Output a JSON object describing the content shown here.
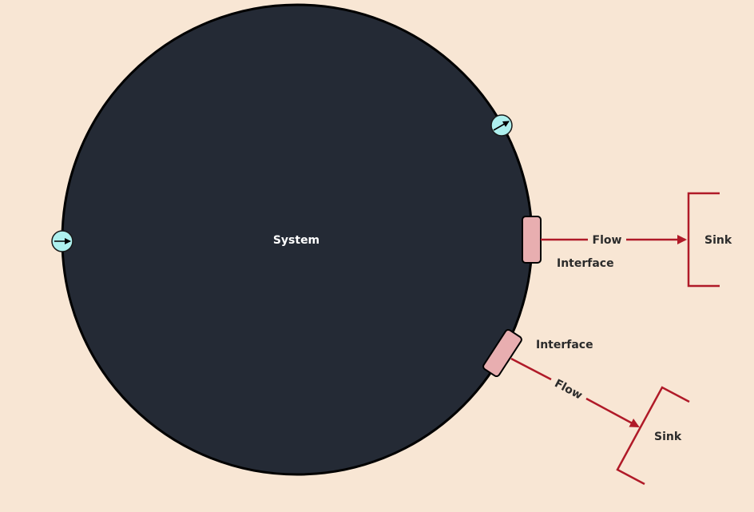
{
  "system": {
    "label": "System",
    "fill": "#242a35"
  },
  "colors": {
    "background": "#f8e6d4",
    "flow": "#b01a28",
    "interface_fill": "#e8aeb0",
    "port_fill": "#aef0ee"
  },
  "interfaces": [
    {
      "label": "Interface",
      "flow_label": "Flow",
      "sink_label": "Sink"
    },
    {
      "label": "Interface",
      "flow_label": "Flow",
      "sink_label": "Sink"
    }
  ],
  "ports": [
    {
      "icon": "arrow-right-port-icon"
    },
    {
      "icon": "arrow-up-right-port-icon"
    }
  ]
}
